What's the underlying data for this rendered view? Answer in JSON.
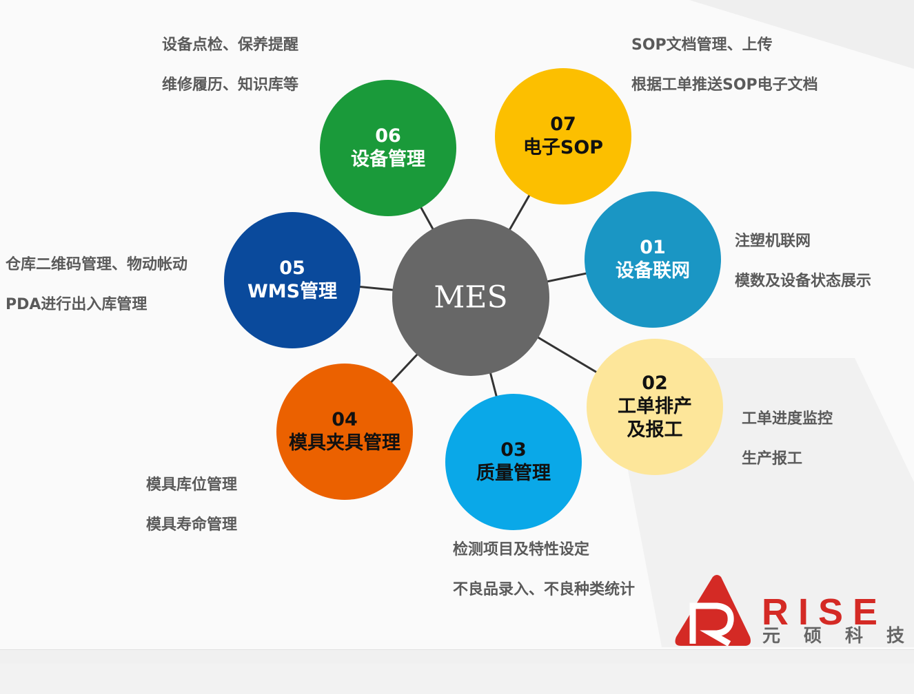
{
  "center": {
    "label": "MES",
    "color": "#676767"
  },
  "modules": [
    {
      "num": "01",
      "name": "设备联网",
      "color": "#1a96c4",
      "text_color": "#ffffff",
      "notes": [
        "注塑机联网",
        "模数及设备状态展示"
      ]
    },
    {
      "num": "02",
      "name": "工单排产\n及报工",
      "name_lines": [
        "工单排产",
        "及报工"
      ],
      "color": "#fde69a",
      "text_color": "#111111",
      "notes": [
        "工单进度监控",
        "生产报工"
      ]
    },
    {
      "num": "03",
      "name": "质量管理",
      "color": "#0aa8e8",
      "text_color": "#111111",
      "notes": [
        "检测项目及特性设定",
        "不良品录入、不良种类统计"
      ]
    },
    {
      "num": "04",
      "name": "模具夹具管理",
      "color": "#eb6100",
      "text_color": "#111111",
      "notes": [
        "模具库位管理",
        "模具寿命管理"
      ]
    },
    {
      "num": "05",
      "name": "WMS管理",
      "color": "#0a4a9c",
      "text_color": "#ffffff",
      "notes": [
        "仓库二维码管理、物动帐动",
        "PDA进行出入库管理"
      ]
    },
    {
      "num": "06",
      "name": "设备管理",
      "color": "#1a9a3a",
      "text_color": "#ffffff",
      "notes": [
        "设备点检、保养提醒",
        "维修履历、知识库等"
      ]
    },
    {
      "num": "07",
      "name": "电子SOP",
      "color": "#fcbf00",
      "text_color": "#111111",
      "notes": [
        "SOP文档管理、上传",
        "根据工单推送SOP电子文档"
      ]
    }
  ],
  "logo": {
    "word": "RISE",
    "cn": "元硕科技",
    "color": "#d42a25"
  }
}
